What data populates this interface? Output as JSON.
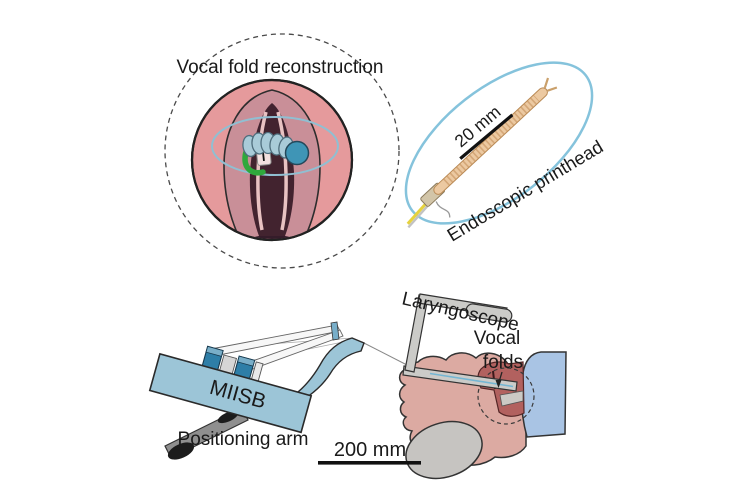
{
  "figure": {
    "top_left_inset": {
      "title": "Vocal fold reconstruction"
    },
    "top_right_inset": {
      "scale_bar": "20 mm",
      "caption": "Endoscopic printhead"
    },
    "scene": {
      "laryngoscope_label": "Laryngoscope",
      "vocal_folds_line1": "Vocal",
      "vocal_folds_line2": "folds",
      "robot_label": "MIISB",
      "arm_label": "Positioning arm",
      "scale_bar": "200 mm"
    },
    "colors": {
      "inset_outline_blue": "#85c3dc",
      "tissue_pink": "#e59a9c",
      "fold_mauve": "#c98f98",
      "airway_dark": "#42232f",
      "airway_deep": "#351c2a",
      "guide_ring_blue": "#90bfd2",
      "endoscope_body_blue": "#a9cbd8",
      "endoscope_tip_teal": "#3f95b6",
      "implant_green": "#2fa83c",
      "printhead_tan": "#ecc9a1",
      "device_blue": "#9cc5d7",
      "clamp_blue": "#2e7ea7",
      "metal_gray": "#cbcbc8",
      "arm_gray": "#8f8f8f",
      "skin": "#dcaaa2",
      "hair_gray": "#c6c4c1",
      "shirt_blue": "#a9c4e4",
      "throat_red": "#b2615f",
      "text": "#1a1a1a"
    }
  }
}
